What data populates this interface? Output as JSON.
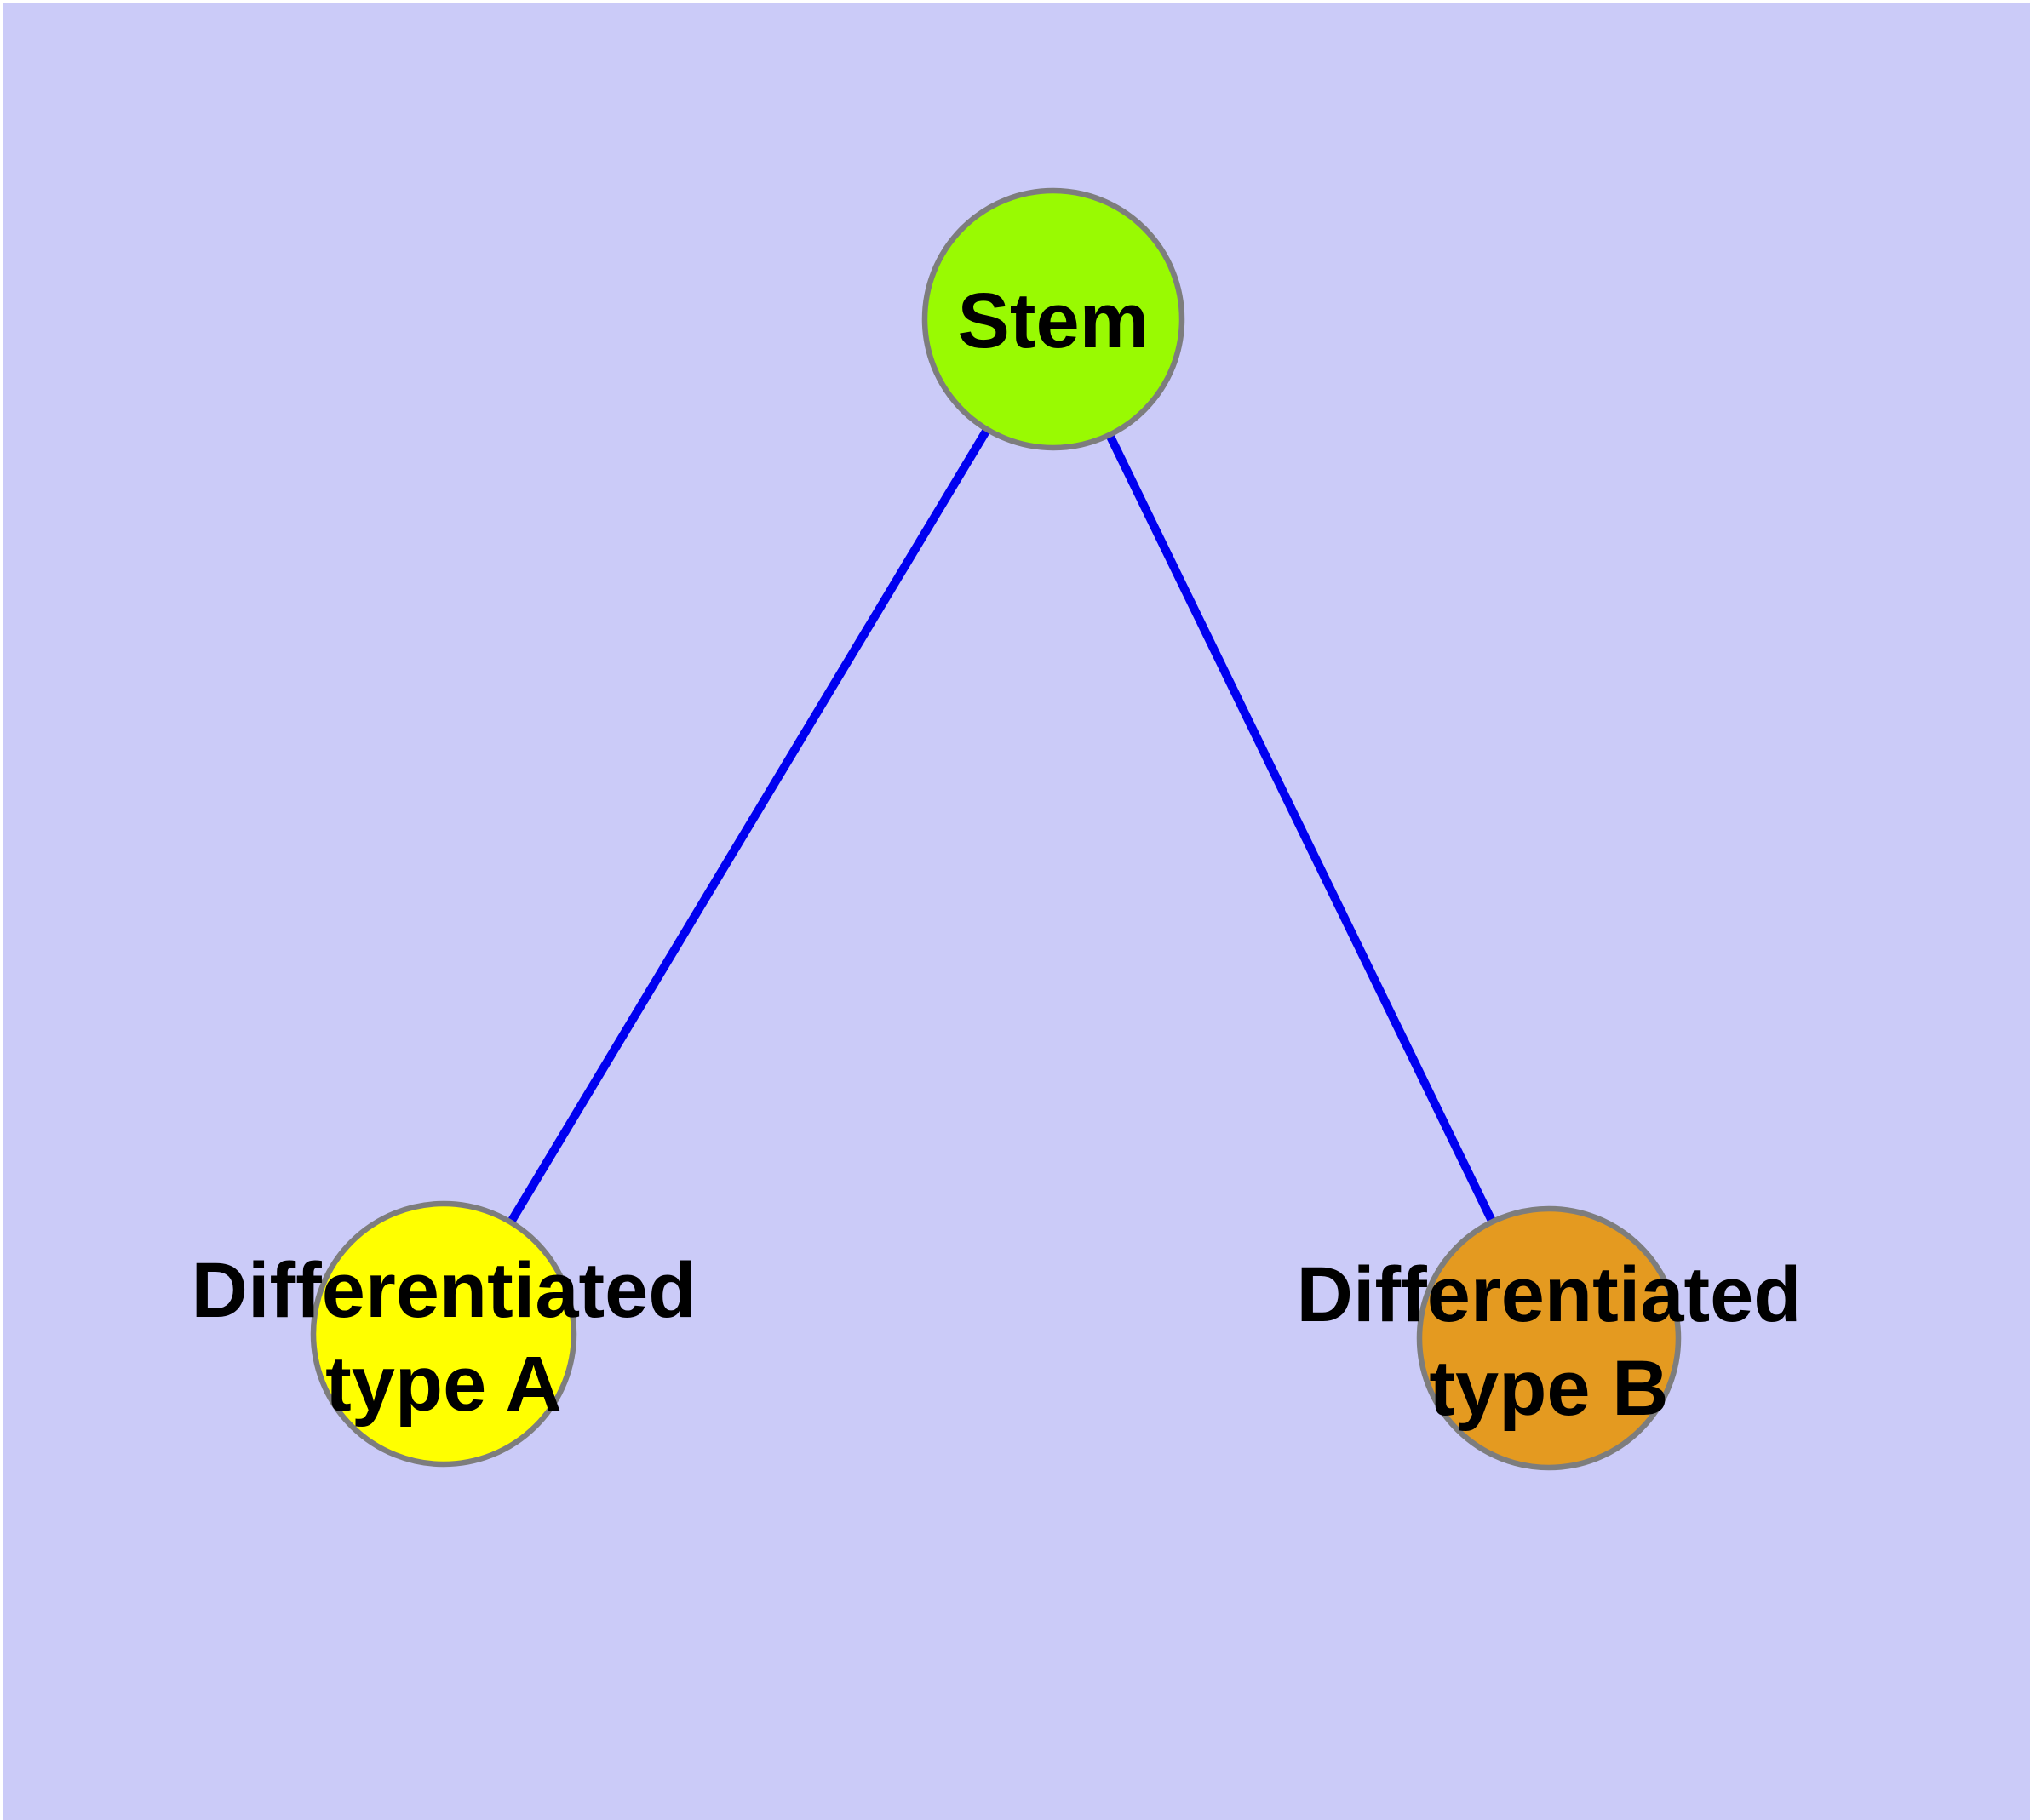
{
  "colors": {
    "background": "#CBCBF8",
    "page_margin": "#FFFFFF",
    "edge": "#0000F0",
    "node_border": "#7D7D7D",
    "label_text": "#000000",
    "stem_fill": "#99FA02",
    "type_a_fill": "#FFFF00",
    "type_b_fill": "#E49A20"
  },
  "graph": {
    "nodes": [
      {
        "id": "stem",
        "label": "Stem",
        "line1": "Stem",
        "line2": "",
        "color": "#99FA02"
      },
      {
        "id": "type_a",
        "label": "Differentiated type A",
        "line1": "Differentiated",
        "line2": "type A",
        "color": "#FFFF00"
      },
      {
        "id": "type_b",
        "label": "Differentiated type B",
        "line1": "Differentiated",
        "line2": "type B",
        "color": "#E49A20"
      }
    ],
    "edges": [
      {
        "from": "Stem",
        "to": "Differentiated type A"
      },
      {
        "from": "Stem",
        "to": "Differentiated type B"
      }
    ]
  }
}
